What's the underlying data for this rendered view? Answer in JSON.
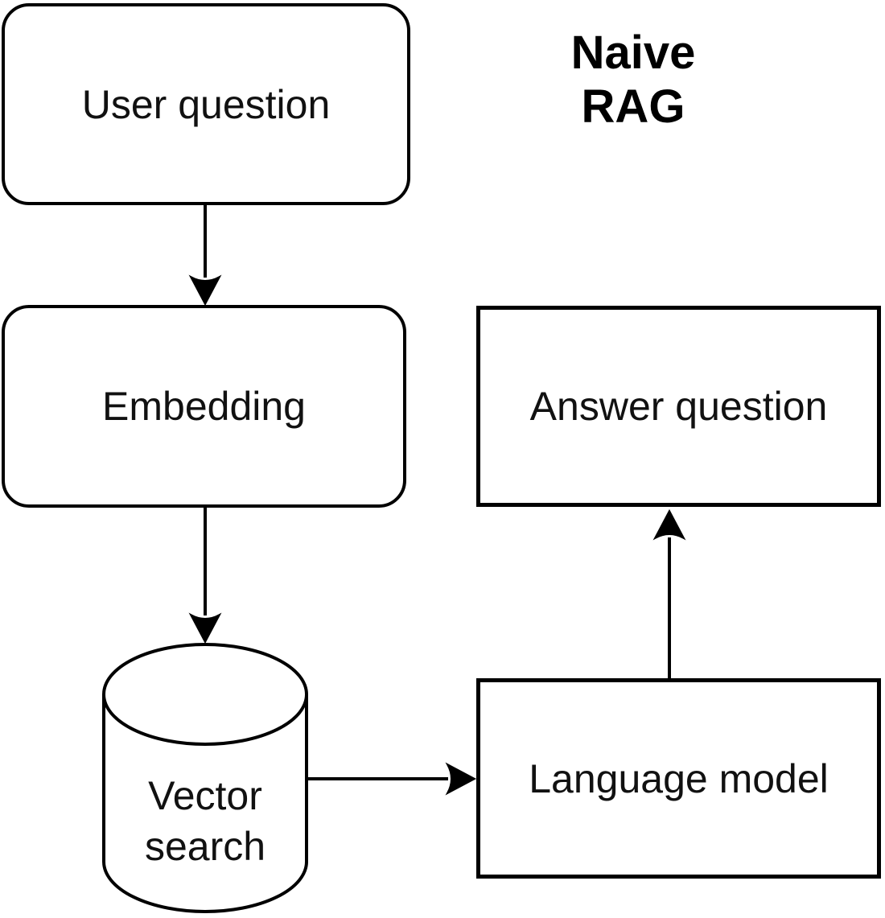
{
  "diagram": {
    "title": {
      "line1": "Naive",
      "line2": "RAG"
    },
    "nodes": {
      "user_question": "User question",
      "embedding": "Embedding",
      "answer_question": "Answer question",
      "language_model": "Language model",
      "vector_search": "Vector search"
    },
    "edges": [
      {
        "from": "User question",
        "to": "Embedding"
      },
      {
        "from": "Embedding",
        "to": "Vector search"
      },
      {
        "from": "Vector search",
        "to": "Language model"
      },
      {
        "from": "Language model",
        "to": "Answer question"
      }
    ],
    "colors": {
      "stroke": "#000000",
      "node_fill": "#ffffff",
      "background": "#ffffff",
      "text": "#111111"
    },
    "shape_kinds": {
      "user_question": "rounded-rectangle",
      "embedding": "rounded-rectangle",
      "answer_question": "rectangle",
      "language_model": "rectangle",
      "vector_search": "database-cylinder"
    }
  }
}
